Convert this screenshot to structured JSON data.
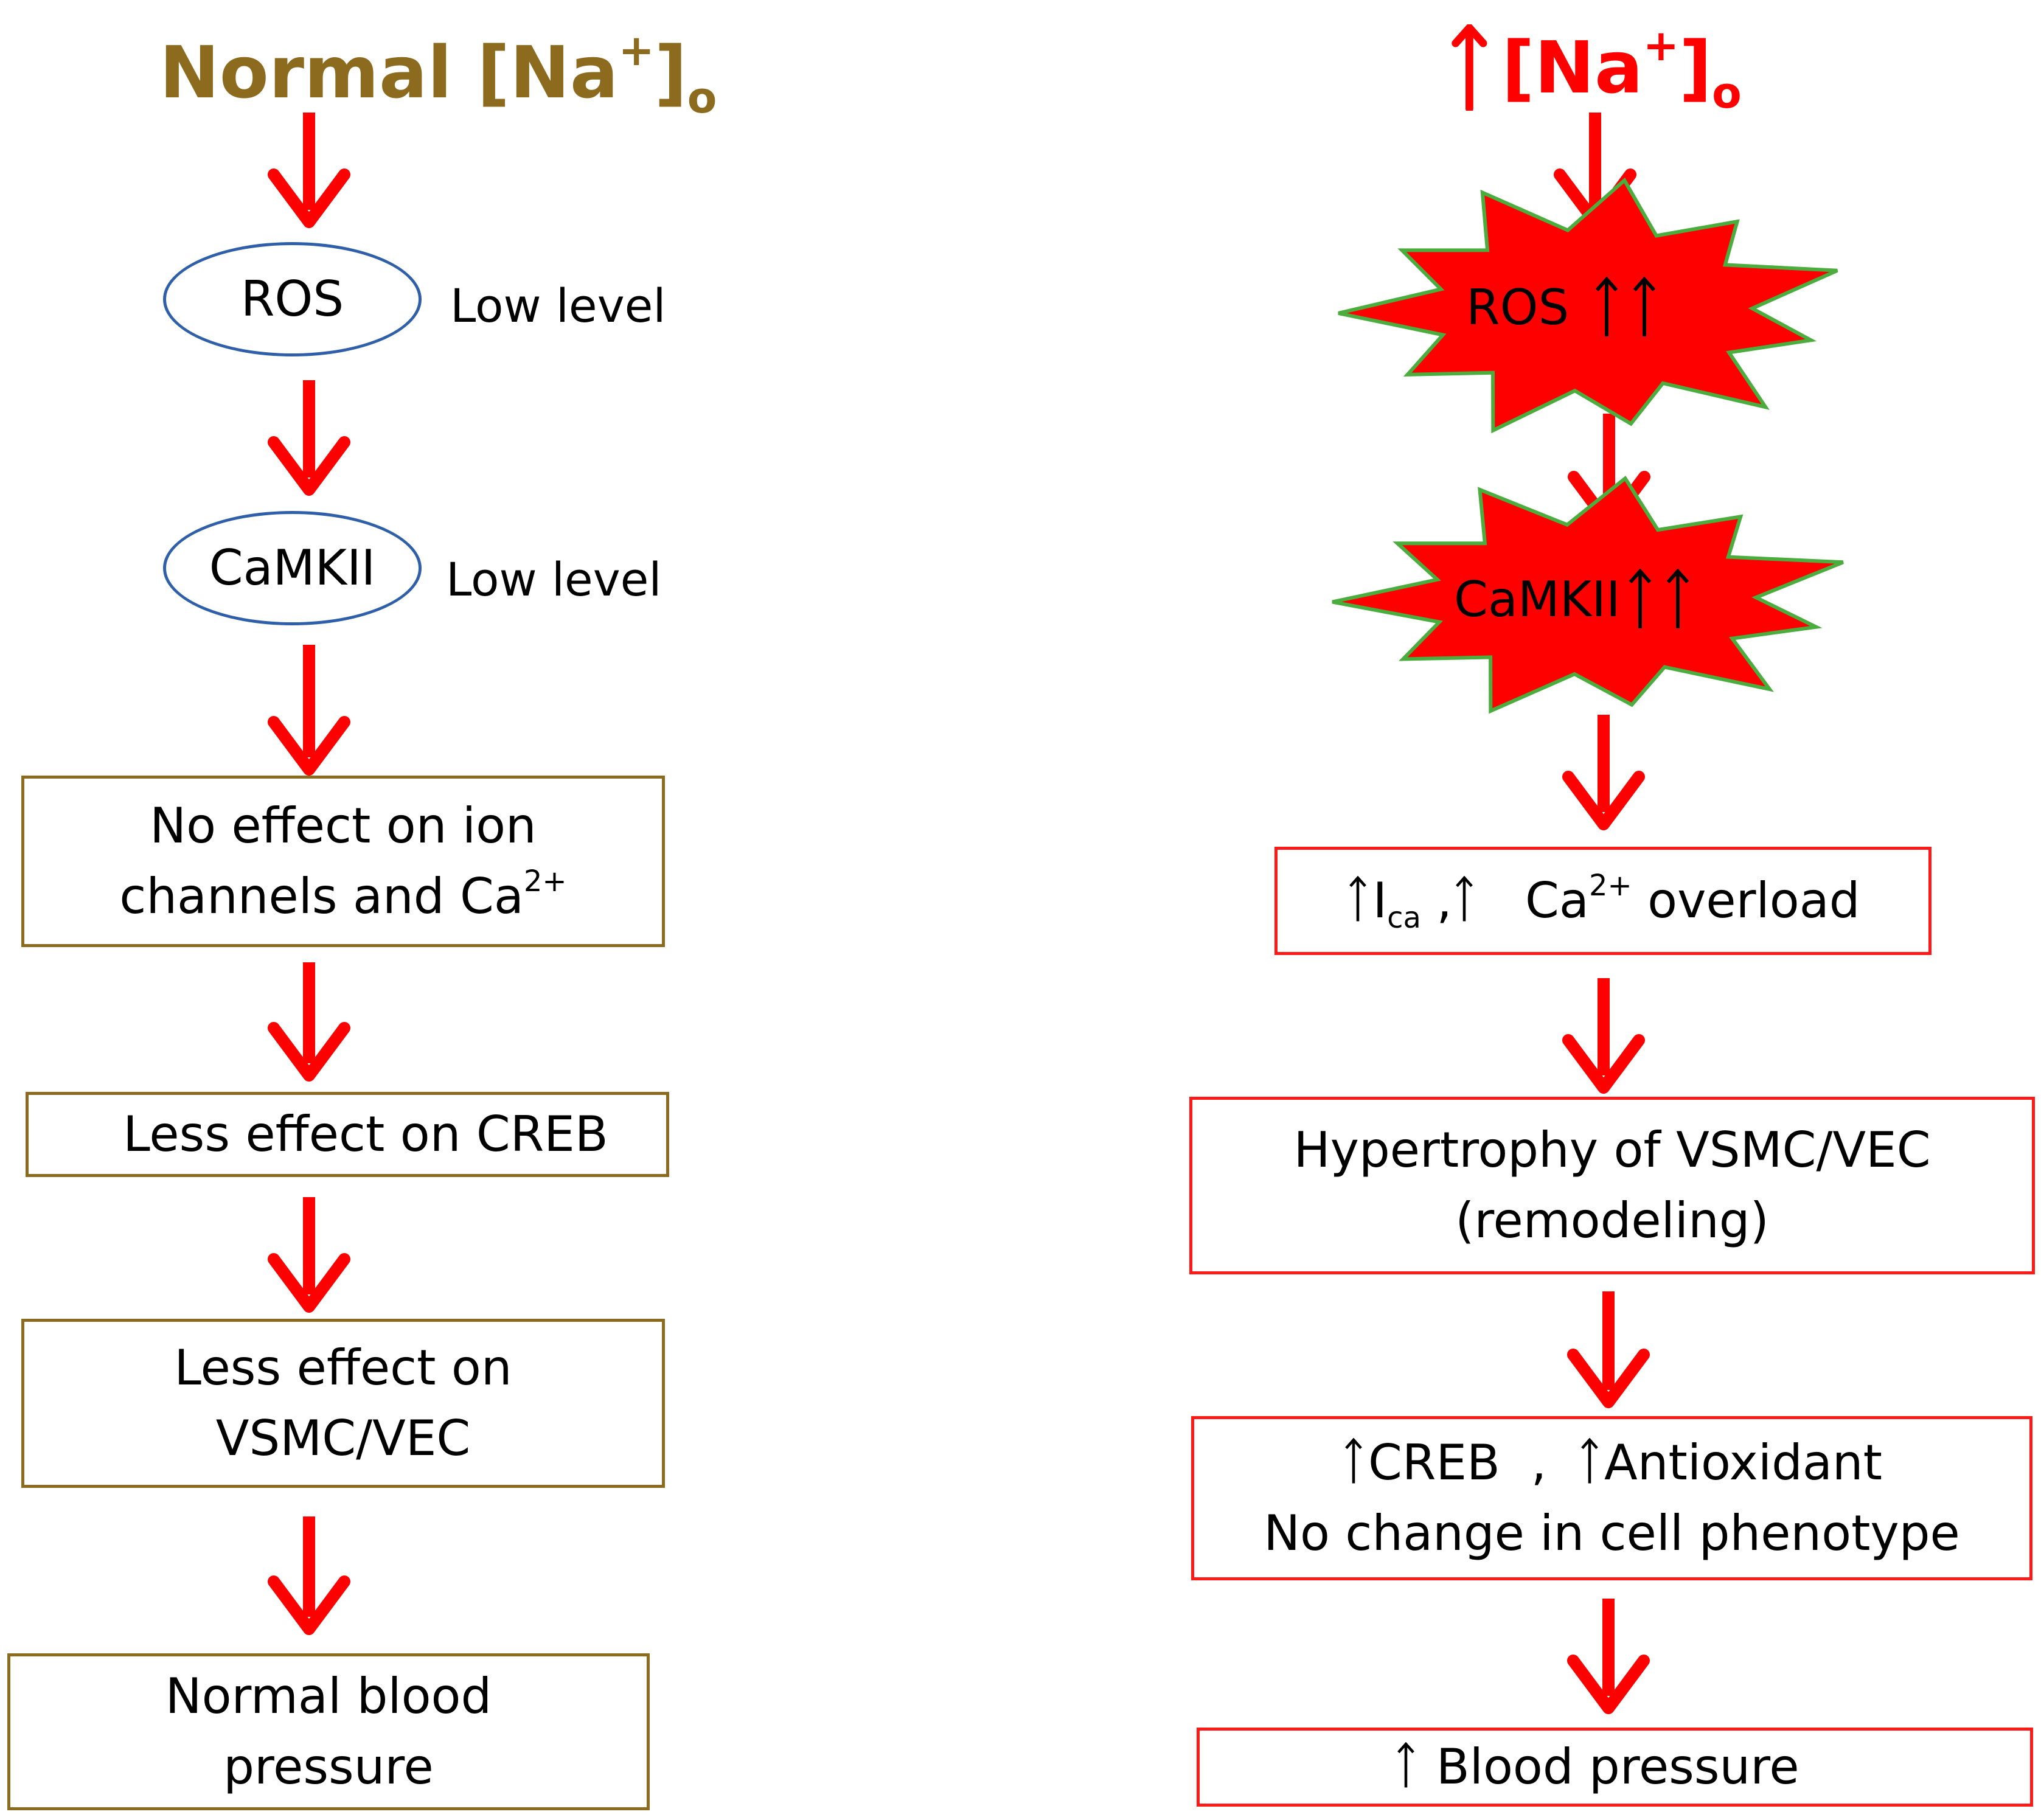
{
  "colors": {
    "flow_arrow": "#ff0000",
    "left_box_border": "#8c6a1e",
    "left_title": "#8c6a1e",
    "ellipse_border": "#2e5fa8",
    "right_box_border": "#ff1a1a",
    "burst_fill": "#ff0000",
    "burst_outline": "#4cad3f",
    "up_arrow": "#000000"
  },
  "left": {
    "title": {
      "main": "Normal [Na",
      "sup": "+",
      "close": "]",
      "sub": "o"
    },
    "ros": {
      "label": "ROS",
      "note": "Low level"
    },
    "camkii": {
      "label": "CaMKII",
      "note": "Low level"
    },
    "box1": {
      "line1": "No effect on ion",
      "line2": "channels and  Ca",
      "sup": "2+"
    },
    "box2": {
      "text": "Less effect on CREB"
    },
    "box3": {
      "line1": "Less effect on",
      "line2": "VSMC/VEC"
    },
    "box4": {
      "line1": "Normal blood",
      "line2": "pressure"
    }
  },
  "right": {
    "title": {
      "main": "[Na",
      "sup": "+",
      "close": "]",
      "sub": "o"
    },
    "ros": {
      "label": "ROS"
    },
    "camkii": {
      "label": "CaMKII"
    },
    "box1": {
      "i": "I",
      "i_sub": "ca",
      "sep": ",",
      "ca": "Ca",
      "sup": "2+",
      "rest": " overload"
    },
    "box2": {
      "line1": "Hypertrophy of VSMC/VEC",
      "line2": "(remodeling)"
    },
    "box3": {
      "creb": "CREB",
      "sep": ",",
      "antioxidant": "Antioxidant",
      "line2": "No change in cell phenotype"
    },
    "box4": {
      "text": "Blood pressure"
    }
  }
}
